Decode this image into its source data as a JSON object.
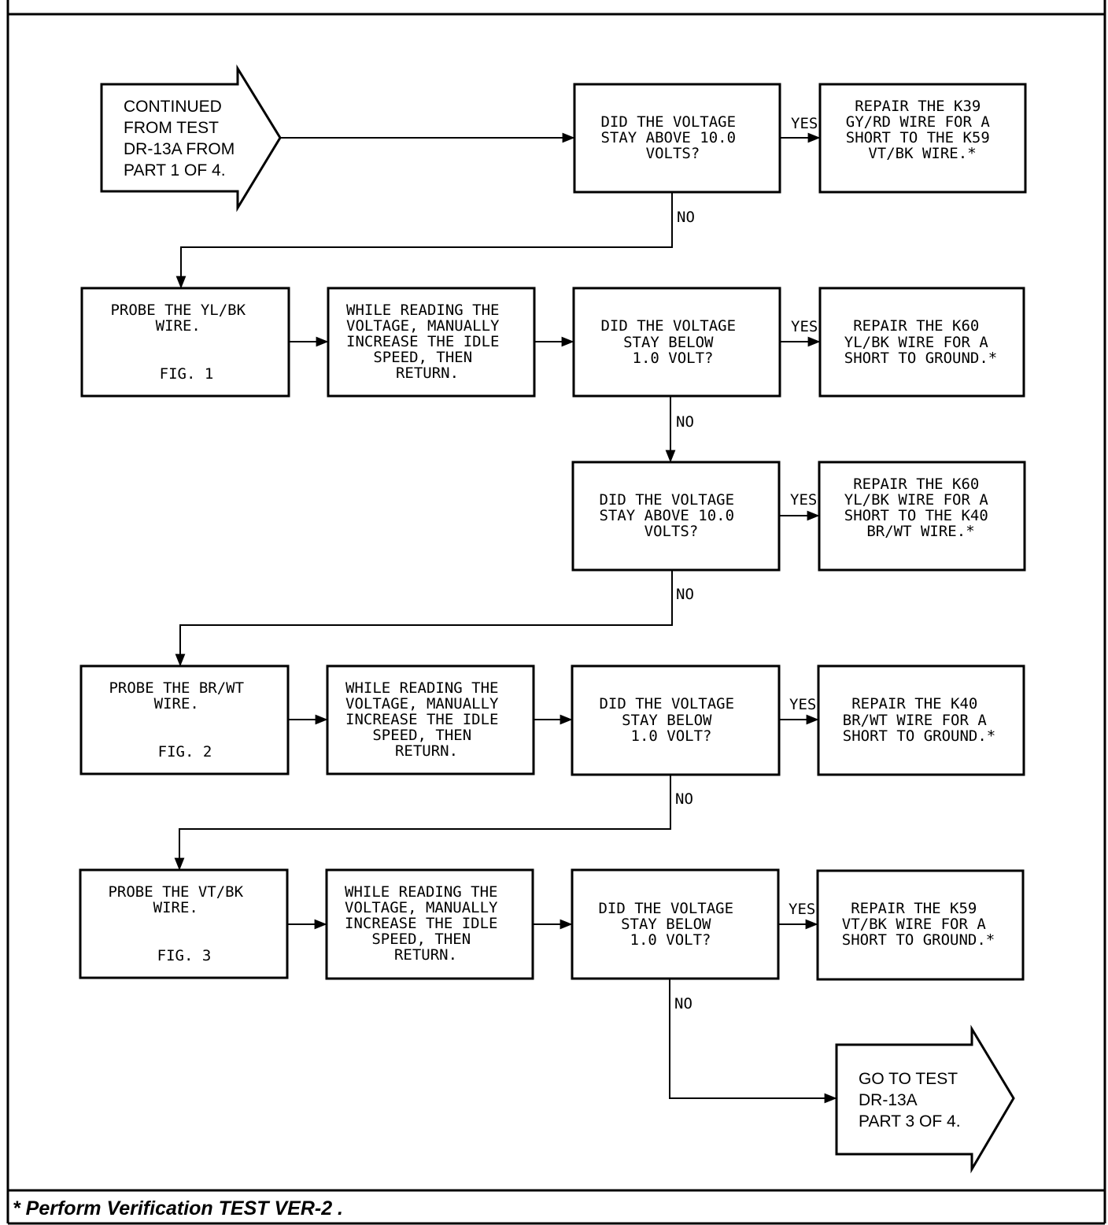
{
  "start_arrow": {
    "lines": [
      "CONTINUED",
      "FROM TEST",
      "DR-13A FROM",
      "PART 1 OF 4."
    ]
  },
  "end_arrow": {
    "lines": [
      "GO TO TEST",
      "DR-13A",
      "PART 3 OF 4."
    ]
  },
  "labels": {
    "yes": "YES",
    "no": "NO"
  },
  "q1": {
    "lines": [
      "DID THE VOLTAGE",
      "STAY ABOVE 10.0",
      "VOLTS?"
    ]
  },
  "r1": {
    "lines": [
      "REPAIR THE K39",
      "GY/RD WIRE FOR A",
      "SHORT TO THE K59",
      "VT/BK WIRE.*"
    ]
  },
  "p1": {
    "lines": [
      "PROBE THE YL/BK",
      "WIRE."
    ],
    "fig": "FIG. 1"
  },
  "w1": {
    "lines": [
      "WHILE READING THE",
      "VOLTAGE, MANUALLY",
      "INCREASE THE IDLE",
      "SPEED, THEN",
      "RETURN."
    ]
  },
  "q2": {
    "lines": [
      "DID THE VOLTAGE",
      "STAY BELOW",
      "1.0 VOLT?"
    ]
  },
  "r2": {
    "lines": [
      "REPAIR THE K60",
      "YL/BK WIRE FOR A",
      "SHORT TO GROUND.*"
    ]
  },
  "q3": {
    "lines": [
      "DID THE VOLTAGE",
      "STAY ABOVE 10.0",
      "VOLTS?"
    ]
  },
  "r3": {
    "lines": [
      "REPAIR THE K60",
      "YL/BK WIRE FOR A",
      "SHORT TO THE K40",
      "BR/WT WIRE.*"
    ]
  },
  "p2": {
    "lines": [
      "PROBE THE BR/WT",
      "WIRE."
    ],
    "fig": "FIG. 2"
  },
  "w2": {
    "lines": [
      "WHILE READING THE",
      "VOLTAGE, MANUALLY",
      "INCREASE THE IDLE",
      "SPEED, THEN",
      "RETURN."
    ]
  },
  "q4": {
    "lines": [
      "DID THE VOLTAGE",
      "STAY BELOW",
      "1.0 VOLT?"
    ]
  },
  "r4": {
    "lines": [
      "REPAIR THE K40",
      "BR/WT WIRE FOR A",
      "SHORT TO GROUND.*"
    ]
  },
  "p3": {
    "lines": [
      "PROBE THE VT/BK",
      "WIRE."
    ],
    "fig": "FIG. 3"
  },
  "w3": {
    "lines": [
      "WHILE READING THE",
      "VOLTAGE, MANUALLY",
      "INCREASE THE IDLE",
      "SPEED, THEN",
      "RETURN."
    ]
  },
  "q5": {
    "lines": [
      "DID THE VOLTAGE",
      "STAY BELOW",
      "1.0 VOLT?"
    ]
  },
  "r5": {
    "lines": [
      "REPAIR THE K59",
      "VT/BK WIRE FOR A",
      "SHORT TO GROUND.*"
    ]
  },
  "footer": {
    "text": "* Perform Verification TEST VER-2 ."
  }
}
